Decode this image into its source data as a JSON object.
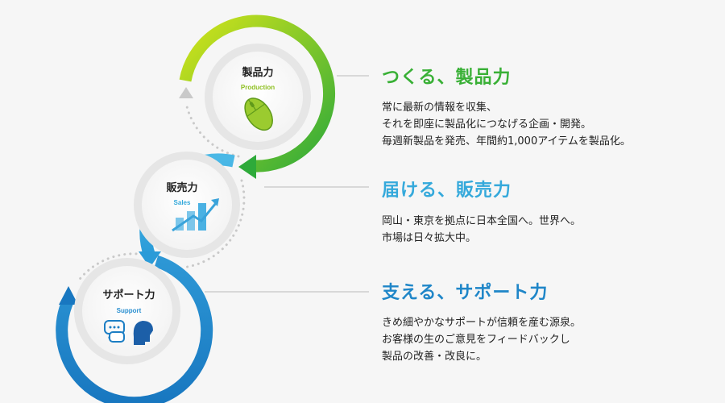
{
  "colors": {
    "green": "#39b036",
    "green_light": "#c4dd1a",
    "blue": "#35a9db",
    "blue_dark": "#1a7fc5",
    "gray_line": "#bbbbbb",
    "text": "#222222"
  },
  "nodes": [
    {
      "title": "製品力",
      "subtitle": "Production",
      "icon": "computer-mouse-icon"
    },
    {
      "title": "販売力",
      "subtitle": "Sales",
      "icon": "sales-growth-icon"
    },
    {
      "title": "サポート力",
      "subtitle": "Support",
      "icon": "speech-bubbles-person-icon"
    }
  ],
  "sections": [
    {
      "heading": "つくる、製品力",
      "lines": [
        "常に最新の情報を収集、",
        "それを即座に製品化につなげる企画・開発。",
        "毎週新製品を発売、年間約1,000アイテムを製品化。"
      ]
    },
    {
      "heading": "届ける、販売力",
      "lines": [
        "岡山・東京を拠点に日本全国へ。世界へ。",
        "市場は日々拡大中。"
      ]
    },
    {
      "heading": "支える、サポート力",
      "lines": [
        "きめ細やかなサポートが信頼を産む源泉。",
        "お客様の生のご意見をフィードバックし",
        "製品の改善・改良に。"
      ]
    }
  ]
}
